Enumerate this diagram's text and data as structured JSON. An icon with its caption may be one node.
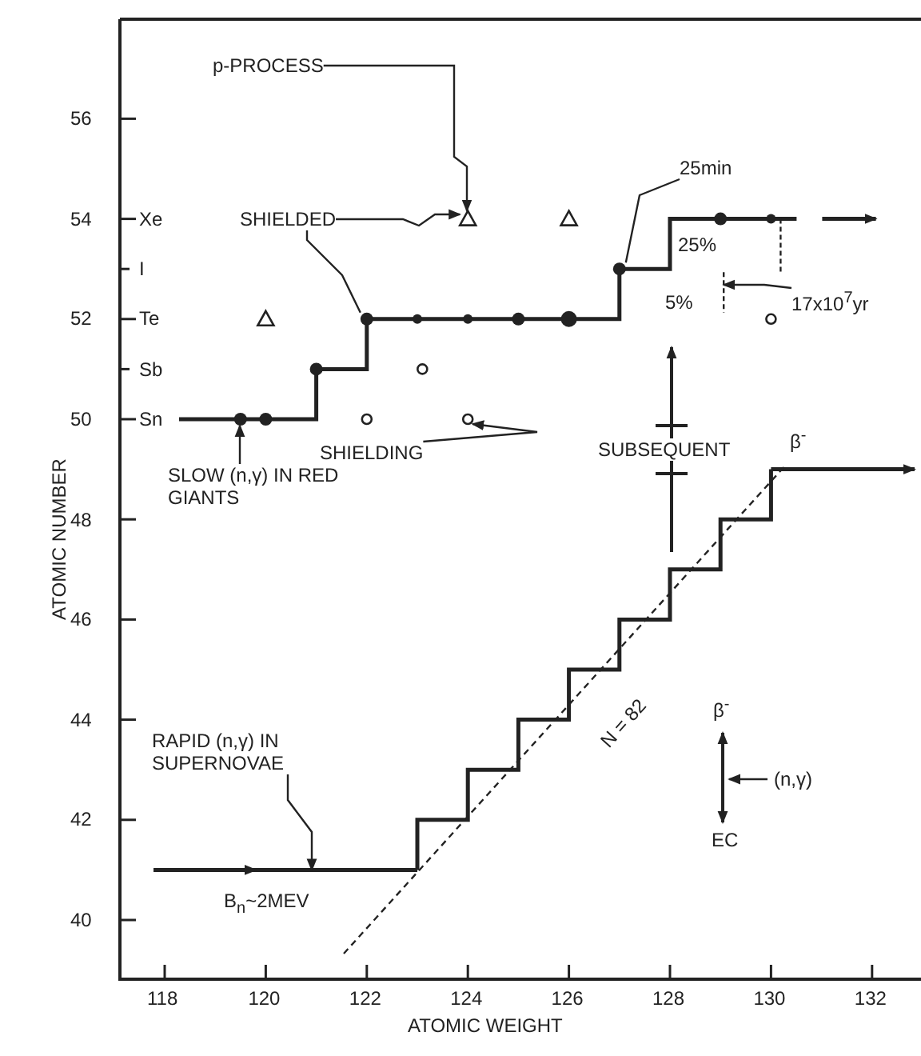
{
  "diagram": {
    "nodes": [
      {
        "text": [
          "p-PROCESS"
        ]
      },
      {
        "text": [
          "SHIELDED"
        ]
      },
      {
        "text": [
          "SHIELDING"
        ]
      },
      {
        "text": [
          "SLOW (n,γ) IN RED GIANTS"
        ]
      },
      {
        "text": [
          "RAPID (n,γ) IN SUPERNOVAE"
        ]
      },
      {
        "text": [
          "25min"
        ]
      },
      {
        "text": [
          "17x10$^{7}$yr"
        ]
      },
      {
        "text": [],
        "shape": "triangle"
      },
      {
        "text": [],
        "shape": "circle"
      },
      {
        "text": [],
        "shape": "circle"
      },
      {
        "text": [],
        "shape": "circle"
      },
      {
        "text": [],
        "shape": "line"
      },
      {
        "text": [],
        "shape": "circle"
      },
      {
        "text": [],
        "shape": "line"
      }
    ],
    "edges": [
      {
        "from": 0,
        "to": 7,
        "arrow": "to"
      },
      {
        "from": 1,
        "to": 7,
        "arrow": "to"
      },
      {
        "from": 1,
        "to": 8,
        "arrow": "none"
      },
      {
        "from": 2,
        "to": 9,
        "arrow": "to"
      },
      {
        "from": 3,
        "to": 10,
        "arrow": "to"
      },
      {
        "from": 4,
        "to": 11,
        "arrow": "to"
      },
      {
        "from": 5,
        "to": 12,
        "arrow": "none"
      },
      {
        "from": 6,
        "to": 13,
        "arrow": "to"
      },
      {
        "from": null,
        "to": 11,
        "arrow": "to"
      }
    ],
    "labels": [
      "56",
      "54",
      "Xe",
      "I",
      "52",
      "Te",
      "Sb",
      "50",
      "Sn",
      "25%",
      "5%",
      "SUBSEQUENT",
      "β$^{-}$",
      "48",
      "46",
      "44",
      "N = 82",
      "β$^{-}$",
      "(n,γ)",
      "EC",
      "42",
      "B$_{n}$~2MEV",
      "40",
      "118",
      "120",
      "122",
      "124",
      "126",
      "128",
      "130",
      "132",
      "ATOMIC NUMBER",
      "ATOMIC WEIGHT"
    ]
  }
}
